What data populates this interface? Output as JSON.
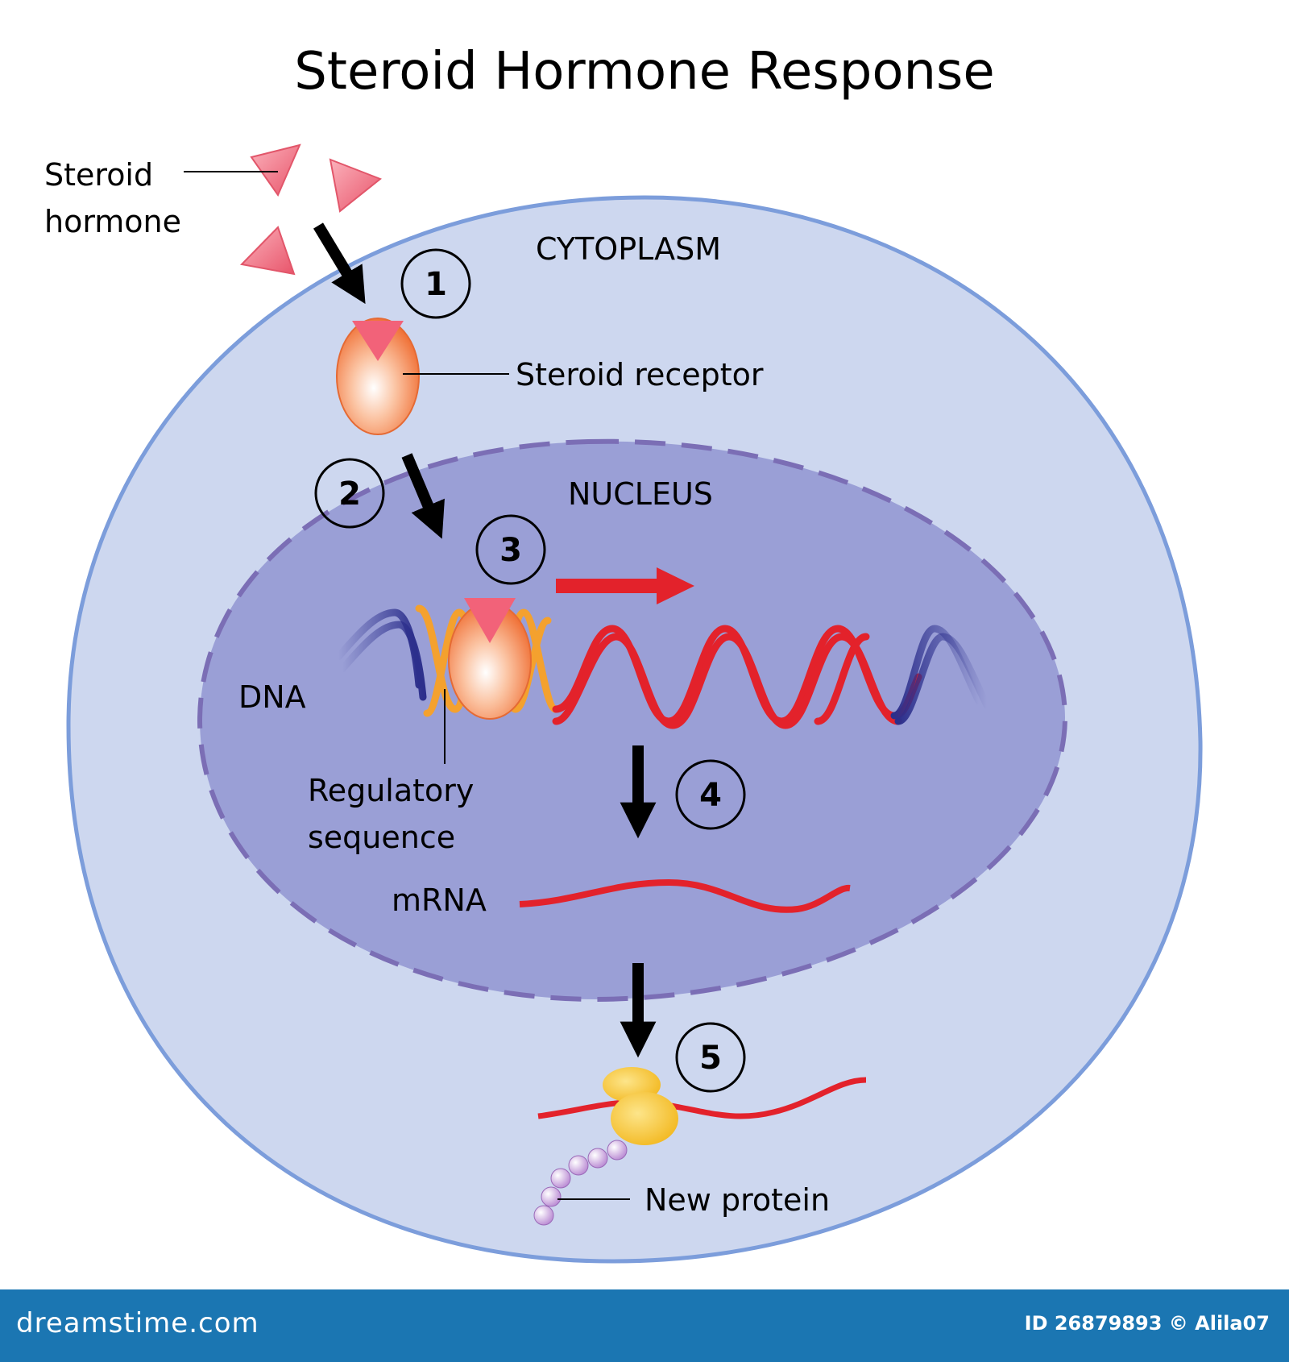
{
  "title": "Steroid Hormone Response",
  "labels": {
    "hormone_line1": "Steroid",
    "hormone_line2": "hormone",
    "cytoplasm": "CYTOPLASM",
    "receptor": "Steroid receptor",
    "nucleus": "NUCLEUS",
    "dna": "DNA",
    "regulatory_line1": "Regulatory",
    "regulatory_line2": "sequence",
    "mrna": "mRNA",
    "new_protein": "New protein"
  },
  "steps": [
    "1",
    "2",
    "3",
    "4",
    "5"
  ],
  "footer": {
    "site": "dreamstime.com",
    "id": "ID 26879893 © Alila07"
  },
  "colors": {
    "cell_fill": "#cdd7ef",
    "cell_border": "#7c9ddb",
    "nucleus_fill": "#9a9fd6",
    "nucleus_border": "#7b6eb5",
    "hormone": "#f07a88",
    "receptor": "#f5874f",
    "dna_blue": "#2c2f8c",
    "dna_red": "#e3222b",
    "regulatory": "#f4a12e",
    "ribosome": "#f7c830",
    "protein_bead": "#d6b3e6",
    "footer_bg": "#1b76b2"
  }
}
